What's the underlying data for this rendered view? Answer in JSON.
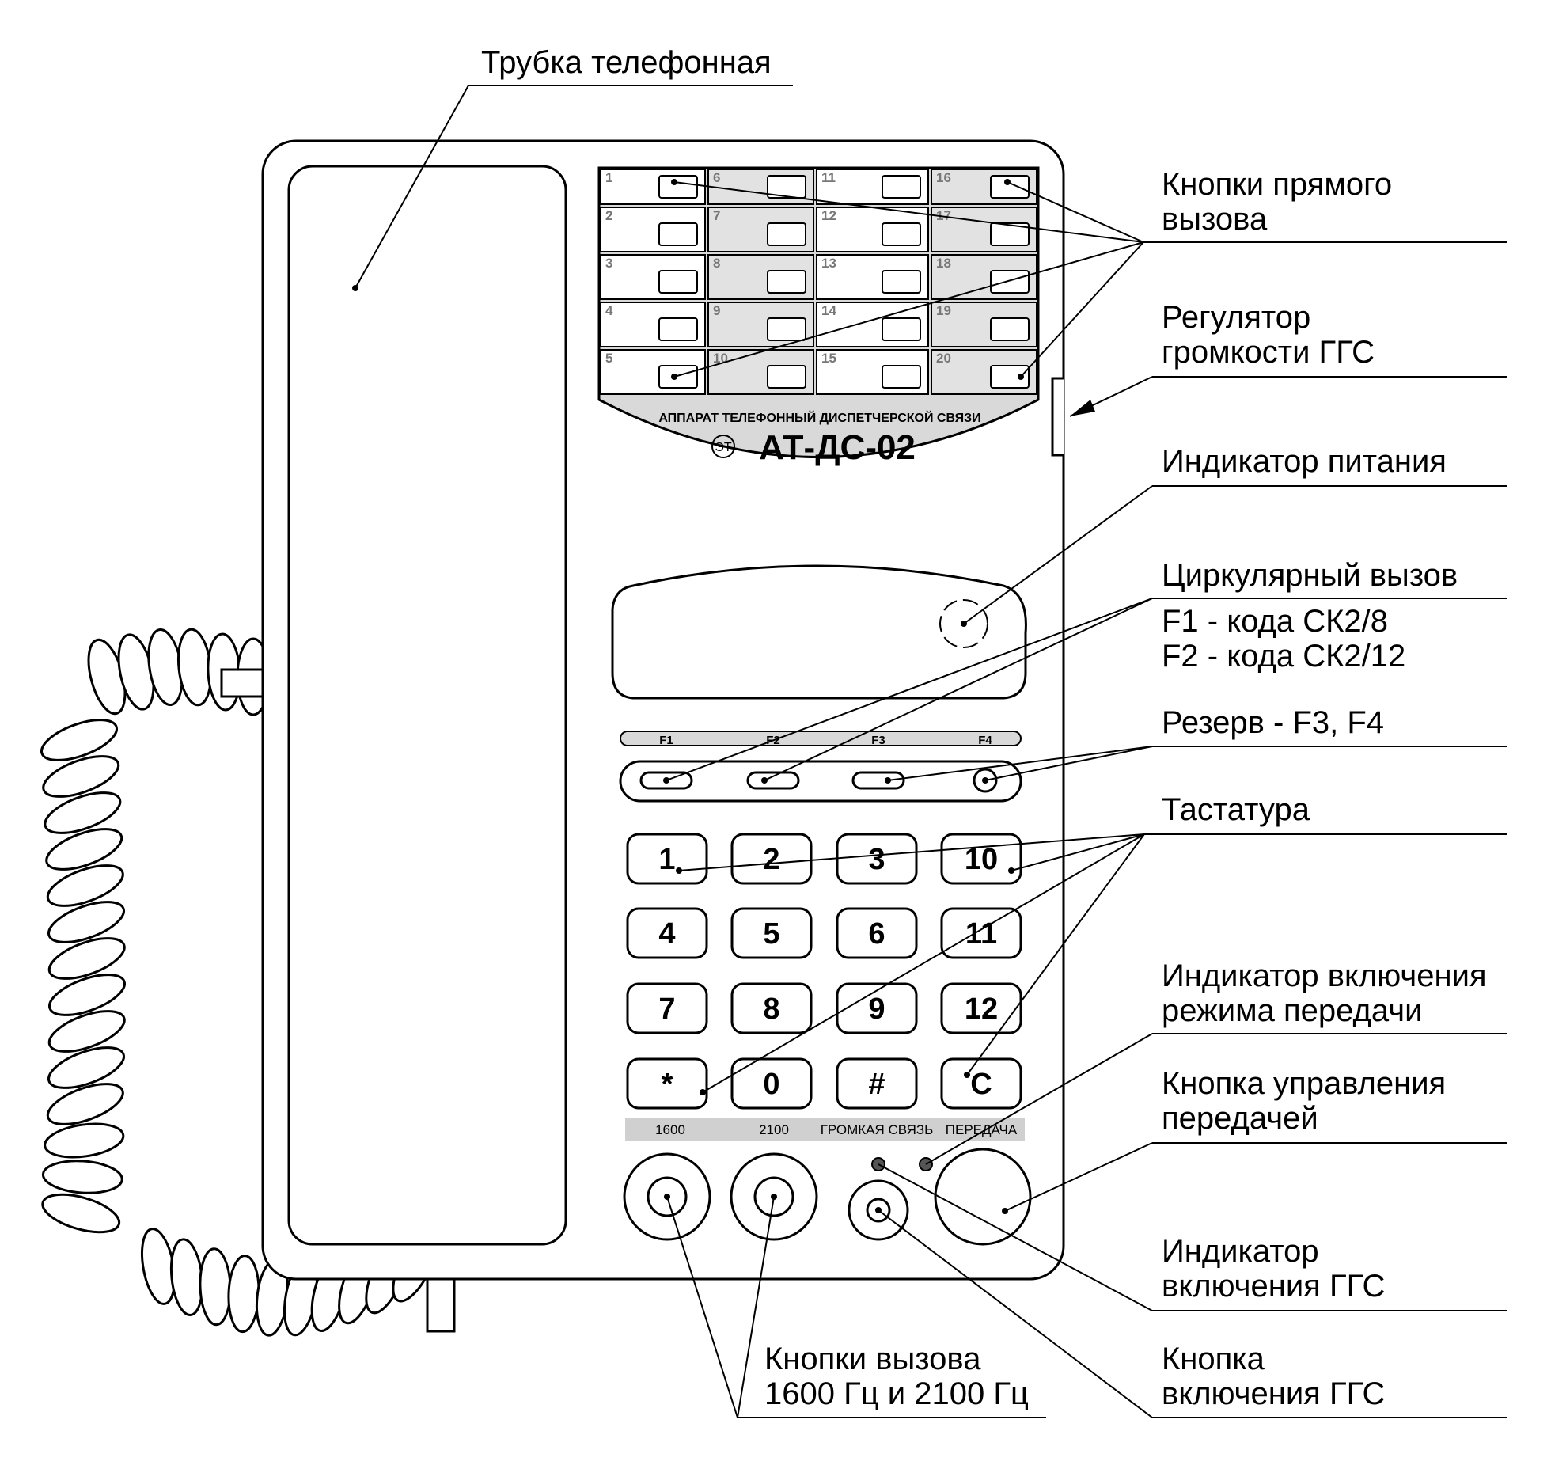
{
  "callouts": {
    "handset": "Трубка телефонная",
    "direct_call_1": "Кнопки прямого",
    "direct_call_2": "вызова",
    "volume_1": "Регулятор",
    "volume_2": "громкости ГГС",
    "power_indicator": "Индикатор питания",
    "circular_call": "Циркулярный вызов",
    "f1_code": "F1 - кода СК2/8",
    "f2_code": "F2 - кода СК2/12",
    "reserve": "Резерв - F3, F4",
    "keypad": "Тастатура",
    "tx_indicator_1": "Индикатор включения",
    "tx_indicator_2": "режима передачи",
    "tx_button_1": "Кнопка управления",
    "tx_button_2": "передачей",
    "ggs_indicator_1": "Индикатор",
    "ggs_indicator_2": "включения ГГС",
    "ggs_button_1": "Кнопка",
    "ggs_button_2": "включения ГГС",
    "call_buttons_1": "Кнопки вызова",
    "call_buttons_2": "1600 Гц и 2100 Гц"
  },
  "device": {
    "subtitle": "АППАРАТ ТЕЛЕФОННЫЙ ДИСПЕТЧЕРСКОЙ СВЯЗИ",
    "model": "АТ-ДС-02",
    "logo_text": "ЭТ"
  },
  "direct_buttons": [
    "1",
    "2",
    "3",
    "4",
    "5",
    "6",
    "7",
    "8",
    "9",
    "10",
    "11",
    "12",
    "13",
    "14",
    "15",
    "16",
    "17",
    "18",
    "19",
    "20"
  ],
  "function_keys": [
    "F1",
    "F2",
    "F3",
    "F4"
  ],
  "keypad_keys": [
    "1",
    "2",
    "3",
    "10",
    "4",
    "5",
    "6",
    "11",
    "7",
    "8",
    "9",
    "12",
    "*",
    "0",
    "#",
    "C"
  ],
  "bottom_strip": {
    "l1600": "1600",
    "l2100": "2100",
    "loud": "ГРОМКАЯ СВЯЗЬ",
    "tx": "ПЕРЕДАЧА"
  },
  "colors": {
    "line": "#000000",
    "panel_gray": "#d9d9d9",
    "strip_gray": "#d0d0d0",
    "led": "#555555"
  }
}
